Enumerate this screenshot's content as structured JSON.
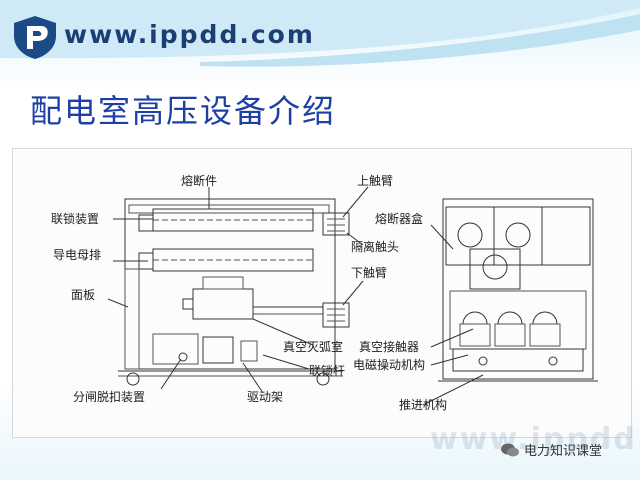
{
  "header": {
    "site": "www.ippdd.com"
  },
  "slide": {
    "title": "配电室高压设备介绍"
  },
  "diagram": {
    "labels": {
      "fuse_part": "熔断件",
      "upper_arm": "上触臂",
      "interlock_device": "联锁装置",
      "fuse_box": "熔断器盒",
      "isolating_contact": "隔离触头",
      "busbar": "导电母排",
      "lower_arm": "下触臂",
      "panel": "面板",
      "vacuum_interrupter": "真空灭弧室",
      "vacuum_contactor": "真空接触器",
      "electromagnetic_mechanism": "电磁操动机构",
      "interlock_rod": "联锁杆",
      "trip_device": "分闸脱扣装置",
      "drive_frame": "驱动架",
      "push_mechanism": "推进机构"
    }
  },
  "footer": {
    "watermark": "www.ippdd.com",
    "wechat_account": "电力知识课堂"
  }
}
